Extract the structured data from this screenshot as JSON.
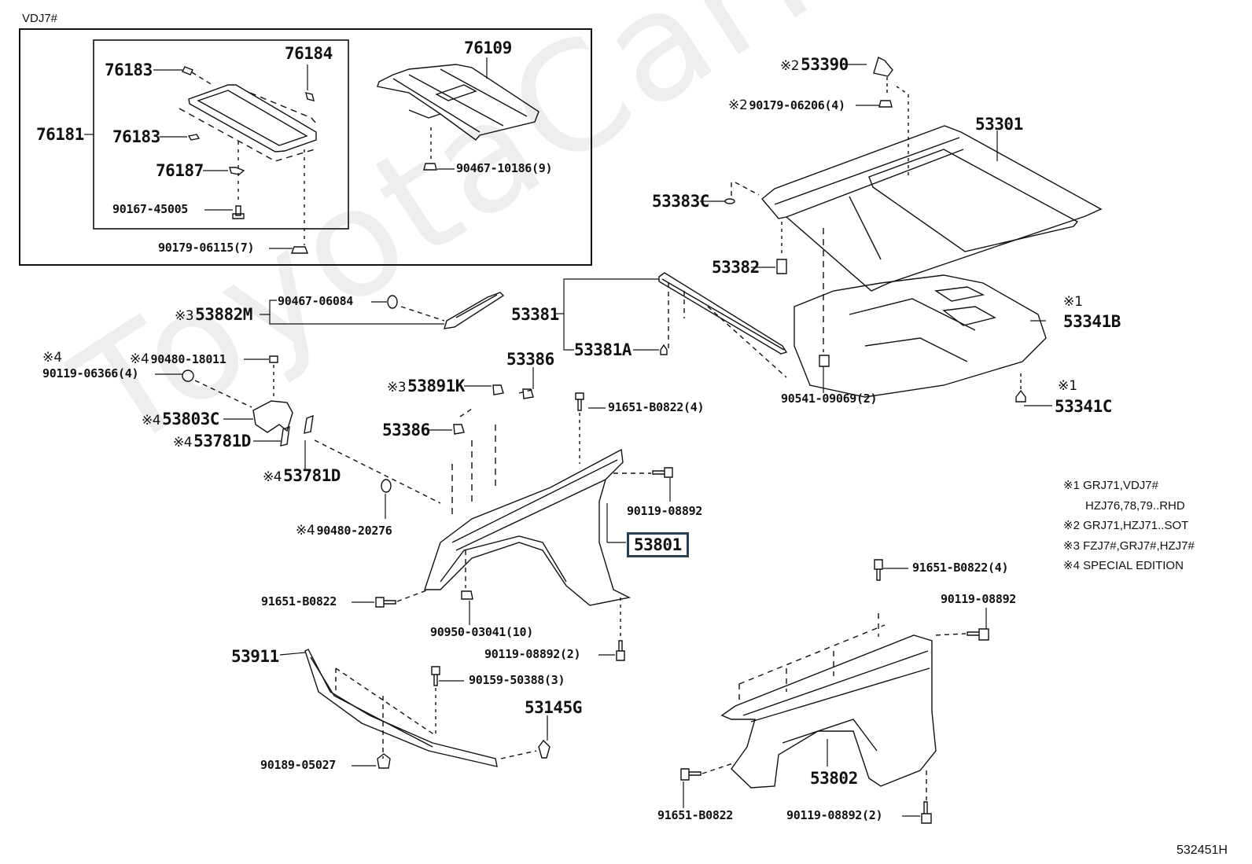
{
  "diagram": {
    "watermark": "ToyotaCarMine.ru",
    "inset_group_title": "VDJ7#",
    "diagram_id": "532451H",
    "highlighted_part": "53801"
  },
  "parts": {
    "p76183a": {
      "number": "76183"
    },
    "p76184": {
      "number": "76184"
    },
    "p76181": {
      "number": "76181"
    },
    "p76183b": {
      "number": "76183"
    },
    "p76187": {
      "number": "76187"
    },
    "p90167": {
      "number": "90167-45005"
    },
    "p90179_06115": {
      "number": "90179-06115(7)"
    },
    "p76109": {
      "number": "76109"
    },
    "p90467_10186": {
      "number": "90467-10186(9)"
    },
    "p53390": {
      "mark": "※2",
      "number": "53390"
    },
    "p90179_06206": {
      "mark": "※2",
      "number": "90179-06206(4)"
    },
    "p53301": {
      "number": "53301"
    },
    "p53383c": {
      "number": "53383C"
    },
    "p53382": {
      "number": "53382"
    },
    "p53341b": {
      "mark": "※1",
      "number": "53341B"
    },
    "p53341c": {
      "mark": "※1",
      "number": "53341C"
    },
    "p90541": {
      "number": "90541-09069(2)"
    },
    "p53881": {
      "number": "53381"
    },
    "p53381a": {
      "number": "53381A"
    },
    "p53882m": {
      "mark": "※3",
      "number": "53882M"
    },
    "p90467_06084": {
      "number": "90467-06084"
    },
    "p90480_18011": {
      "mark": "※4",
      "number": "90480-18011"
    },
    "p90119_06366": {
      "mark": "※4",
      "number": "90119-06366(4)"
    },
    "p53803c": {
      "mark": "※4",
      "number": "53803C"
    },
    "p53781d_a": {
      "mark": "※4",
      "number": "53781D"
    },
    "p53781d_b": {
      "mark": "※4",
      "number": "53781D"
    },
    "p53386_a": {
      "number": "53386"
    },
    "p53891k": {
      "mark": "※3",
      "number": "53891K"
    },
    "p53386_b": {
      "number": "53386"
    },
    "p91651_4a": {
      "number": "91651-B0822(4)"
    },
    "p90480_20276": {
      "mark": "※4",
      "number": "90480-20276"
    },
    "p90119_08892_a": {
      "number": "90119-08892"
    },
    "p53801": {
      "number": "53801"
    },
    "p91651_a": {
      "number": "91651-B0822"
    },
    "p90950": {
      "number": "90950-03041(10)"
    },
    "p90119_08892_2a": {
      "number": "90119-08892(2)"
    },
    "p53911": {
      "number": "53911"
    },
    "p90159": {
      "number": "90159-50388(3)"
    },
    "p53145g": {
      "number": "53145G"
    },
    "p90189": {
      "number": "90189-05027"
    },
    "p91651_4b": {
      "number": "91651-B0822(4)"
    },
    "p90119_08892_b": {
      "number": "90119-08892"
    },
    "p53802": {
      "number": "53802"
    },
    "p91651_b": {
      "number": "91651-B0822"
    },
    "p90119_08892_2b": {
      "number": "90119-08892(2)"
    }
  },
  "legend": [
    {
      "mark": "※1",
      "text": "GRJ71,VDJ7#",
      "continuation": "HZJ76,78,79..RHD"
    },
    {
      "mark": "※2",
      "text": "GRJ71,HZJ71..SOT"
    },
    {
      "mark": "※3",
      "text": "FZJ7#,GRJ7#,HZJ7#"
    },
    {
      "mark": "※4",
      "text": "SPECIAL EDITION"
    }
  ]
}
